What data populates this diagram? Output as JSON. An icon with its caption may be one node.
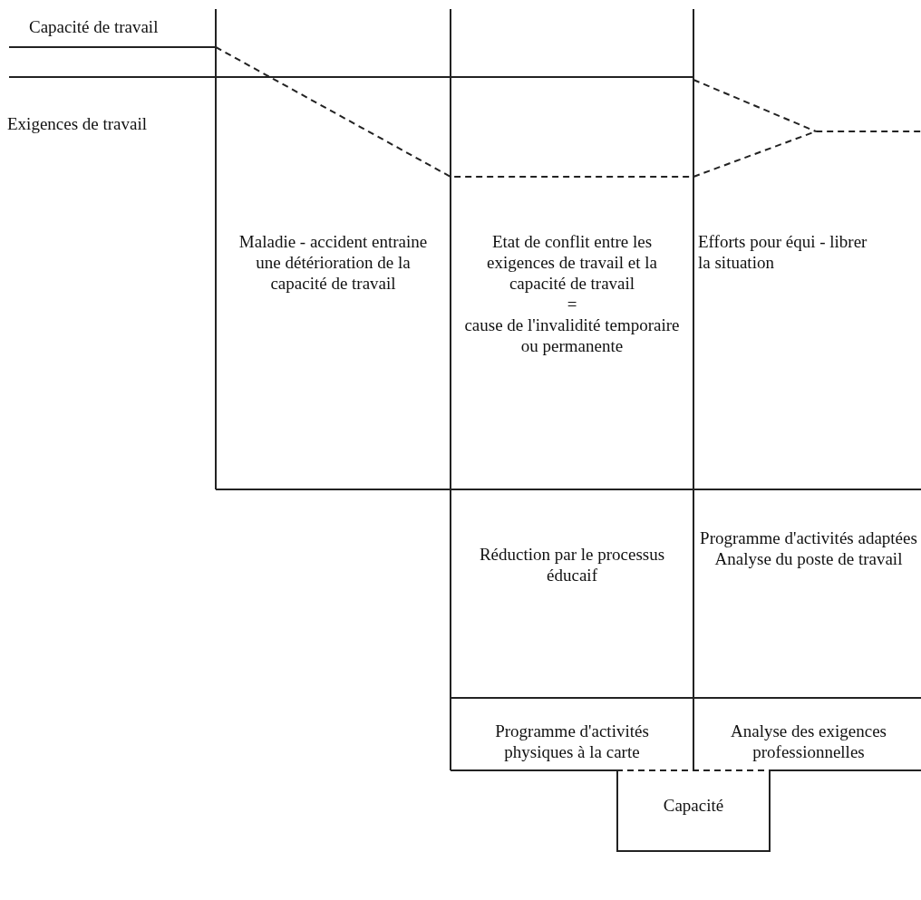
{
  "diagram": {
    "nodes": [
      {
        "text": [
          "Maladie - accident entraine une détérioration de la capacité de travail"
        ]
      },
      {
        "text": [
          "Etat de conflit entre les exigences de travail et la capacité de travail",
          "=",
          "cause de l'invalidité temporaire ou permanente"
        ]
      },
      {
        "text": [
          "Efforts pour équi - librer la situation"
        ]
      },
      {
        "text": [
          "Réduction par le processus éducaif"
        ]
      },
      {
        "text": [
          "Programme d'activités adaptées",
          "Analyse du poste de travail"
        ]
      },
      {
        "text": [
          "Programme d'activités physiques à la carte"
        ]
      },
      {
        "text": [
          "Analyse des exigences professionnelles"
        ]
      },
      {
        "text": [
          "Capacité"
        ]
      }
    ],
    "labels": [
      "Capacité de travail",
      "Exigences de travail"
    ]
  }
}
